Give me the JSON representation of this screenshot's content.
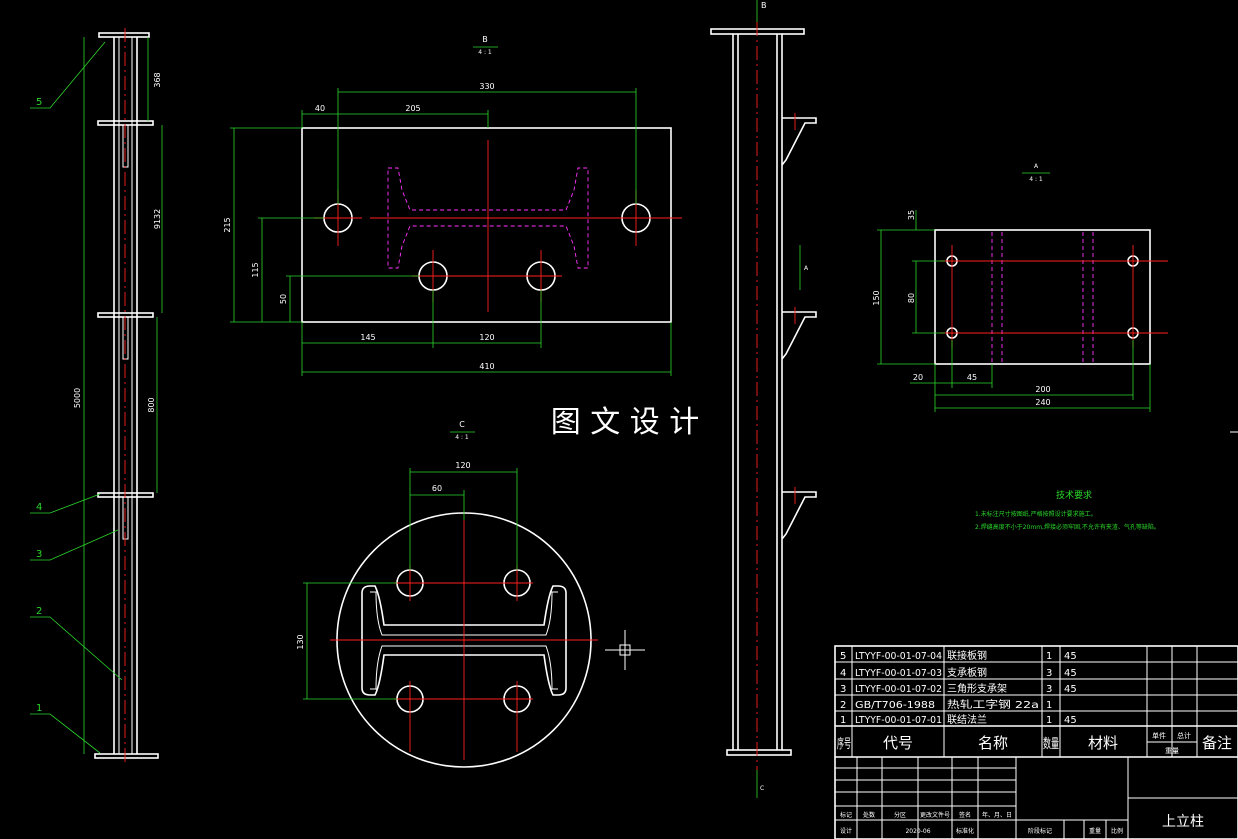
{
  "watermark": "图 文 设 计",
  "view_labels": {
    "b": "B",
    "b_scale": "4 : 1",
    "a": "A",
    "a_scale": "4 : 1",
    "c": "C",
    "c_scale": "4 : 1"
  },
  "left_column": {
    "dims": [
      "368",
      "9132",
      "800",
      "5000"
    ],
    "callouts": [
      "5",
      "4",
      "3",
      "2",
      "1"
    ]
  },
  "plate_view": {
    "dims_top": [
      "40",
      "205",
      "330"
    ],
    "dims_left": [
      "215",
      "115",
      "50"
    ],
    "dims_bottom": [
      "145",
      "120",
      "410"
    ]
  },
  "flange_view": {
    "dims": [
      "120",
      "60",
      "130"
    ]
  },
  "bracket_view": {
    "dims": [
      "35",
      "80",
      "150",
      "20",
      "45",
      "200",
      "240"
    ]
  },
  "tech": {
    "title": "技术要求",
    "line1": "1.未标注尺寸按图纸,严格按照设计要求施工。",
    "line2": "2.焊缝高度不小于20mm,焊接必须牢固,不允许有夹渣、气孔等缺陷。"
  },
  "bom": {
    "rows": [
      {
        "no": "5",
        "code": "LTYYF-00-01-07-04",
        "name": "联接板钢",
        "qty": "1",
        "mat": "45"
      },
      {
        "no": "4",
        "code": "LTYYF-00-01-07-03",
        "name": "支承板钢",
        "qty": "3",
        "mat": "45"
      },
      {
        "no": "3",
        "code": "LTYYF-00-01-07-02",
        "name": "三角形支承架",
        "qty": "3",
        "mat": "45"
      },
      {
        "no": "2",
        "code": "GB/T706-1988",
        "name": "热轧工字钢 22a",
        "qty": "1",
        "mat": ""
      },
      {
        "no": "1",
        "code": "LTYYF-00-01-07-01",
        "name": "联结法兰",
        "qty": "1",
        "mat": "45"
      }
    ],
    "header": {
      "no": "序号",
      "code": "代号",
      "name": "名称",
      "qty": "数量",
      "mat": "材料",
      "single": "单件",
      "total": "总计",
      "weight": "重量",
      "note": "备注"
    }
  },
  "title_block": {
    "part_name": "上立柱",
    "sign_row": [
      "标记",
      "处数",
      "分区",
      "更改文件号",
      "签名",
      "年、月、日"
    ],
    "design_row": [
      "设计",
      "",
      "2020-06",
      "标准化"
    ],
    "stage_row": [
      "阶段标记",
      "重量",
      "比例"
    ]
  }
}
